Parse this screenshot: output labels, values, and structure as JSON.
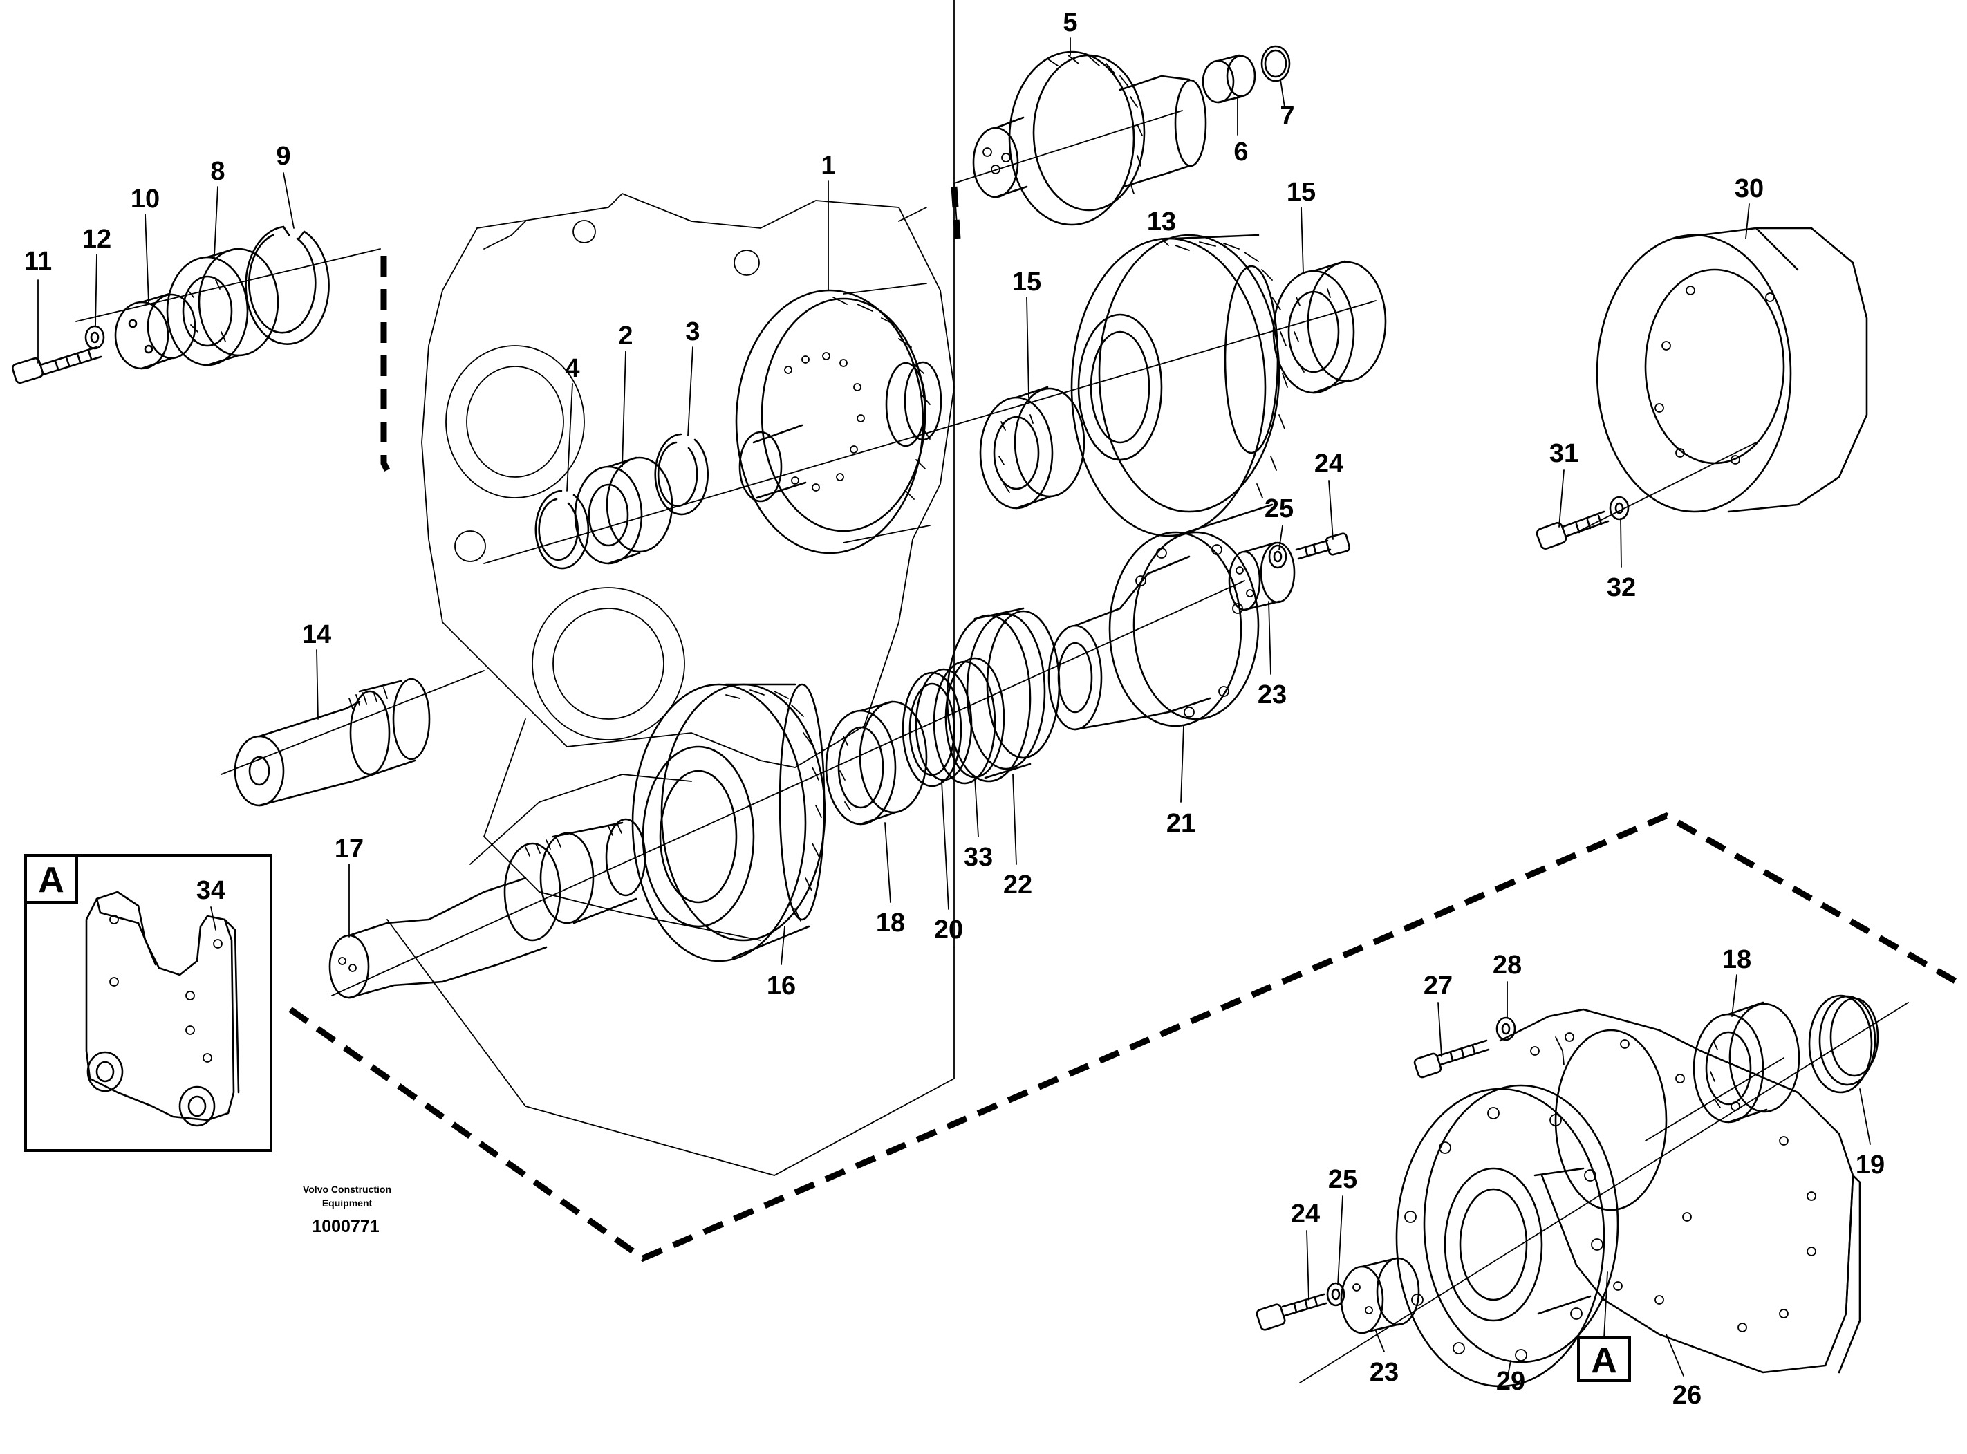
{
  "labels": {
    "p1": "1",
    "p2": "2",
    "p3": "3",
    "p4": "4",
    "p5": "5",
    "p6": "6",
    "p7": "7",
    "p8": "8",
    "p9": "9",
    "p10": "10",
    "p11": "11",
    "p12": "12",
    "p13": "13",
    "p14": "14",
    "p15a": "15",
    "p15b": "15",
    "p16": "16",
    "p17": "17",
    "p18a": "18",
    "p18b": "18",
    "p19": "19",
    "p20": "20",
    "p21": "21",
    "p22": "22",
    "p23a": "23",
    "p23b": "23",
    "p24a": "24",
    "p24b": "24",
    "p25a": "25",
    "p25b": "25",
    "p26": "26",
    "p27": "27",
    "p28": "28",
    "p29": "29",
    "p30": "30",
    "p31": "31",
    "p32": "32",
    "p33": "33",
    "p34": "34"
  },
  "detail_marker": "A",
  "footer": {
    "brand_line1": "Volvo Construction",
    "brand_line2": "Equipment",
    "drawing_number": "1000771"
  }
}
